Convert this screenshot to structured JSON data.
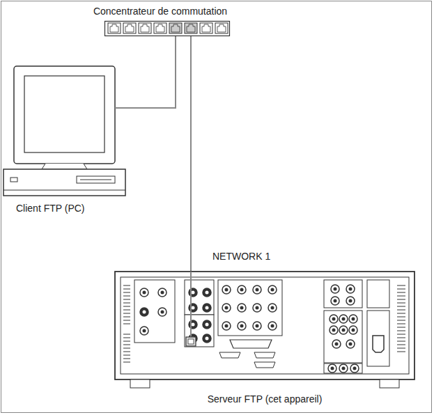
{
  "diagram": {
    "nodes": [
      {
        "text": [
          "Concentrateur de commutation"
        ]
      },
      {
        "text": [
          "Client FTP (PC)"
        ]
      },
      {
        "text": [
          "Serveur FTP (cet appareil)"
        ]
      }
    ],
    "edges": [
      {
        "from": 0,
        "to": 1,
        "arrow": "none"
      },
      {
        "from": 0,
        "to": 2,
        "arrow": "none"
      }
    ],
    "labels": [
      "NETWORK 1"
    ]
  }
}
